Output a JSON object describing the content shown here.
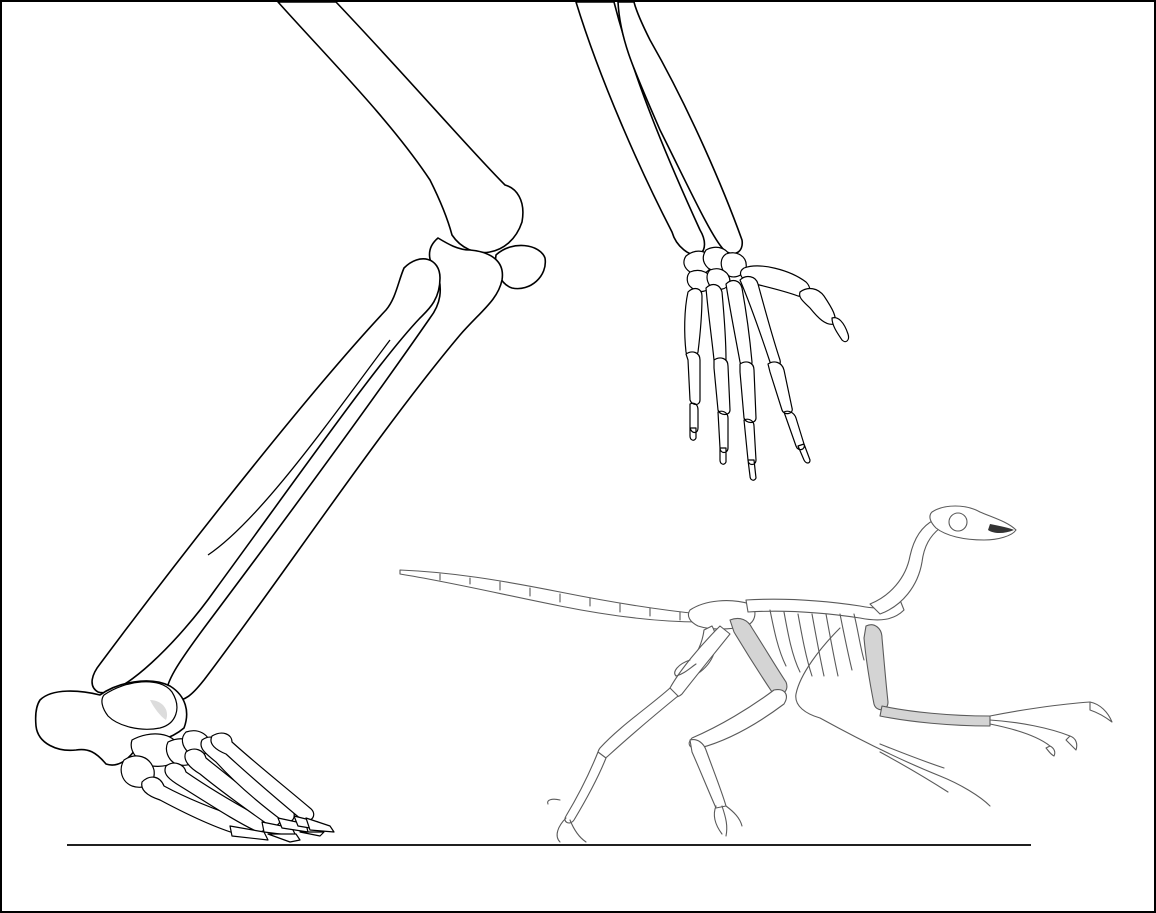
{
  "figure": {
    "elements": [
      "human-leg-skeleton",
      "human-hand-skeleton",
      "dinosaur-skeleton",
      "ground-line"
    ],
    "colors": {
      "background": "#ffffff",
      "outline": "#000000",
      "small_skeleton_outline": "#5a5a5a",
      "highlighted_bone_fill": "#d4d4d4",
      "frame": "#000000"
    }
  }
}
